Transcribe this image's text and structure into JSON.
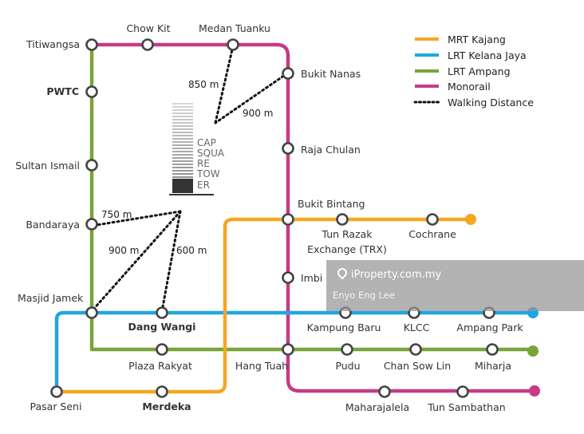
{
  "colors": {
    "mrt": "#f5a623",
    "kelana": "#1ea7e1",
    "ampang": "#79a43a",
    "mono": "#c73a87",
    "walk": "#111111",
    "station_fill": "#ffffff",
    "station_ring": "#444444"
  },
  "legend": [
    {
      "key": "mrt",
      "label": "MRT Kajang"
    },
    {
      "key": "kelana",
      "label": "LRT Kelana Jaya"
    },
    {
      "key": "ampang",
      "label": "LRT Ampang"
    },
    {
      "key": "mono",
      "label": "Monorail"
    },
    {
      "key": "walk",
      "label": "Walking Distance"
    }
  ],
  "tower": {
    "lines": [
      "CAP",
      "SQUA",
      "RE",
      "TOW",
      "ER"
    ]
  },
  "stations": {
    "titiwangsa": "Titiwangsa",
    "chow_kit": "Chow Kit",
    "medan_tuanku": "Medan Tuanku",
    "bukit_nanas": "Bukit Nanas",
    "pwtc": "PWTC",
    "raja_chulan": "Raja Chulan",
    "sultan_ismail": "Sultan Ismail",
    "bukit_bintang": "Bukit Bintang",
    "bandaraya": "Bandaraya",
    "tun_razak_1": "Tun Razak",
    "tun_razak_2": "Exchange (TRX)",
    "cochrane": "Cochrane",
    "imbi": "Imbi",
    "masjid_jamek": "Masjid Jamek",
    "dang_wangi": "Dang Wangi",
    "kampung_baru": "Kampung Baru",
    "klcc": "KLCC",
    "ampang_park": "Ampang Park",
    "plaza_rakyat": "Plaza Rakyat",
    "hang_tuah": "Hang Tuah",
    "pudu": "Pudu",
    "chan_sow_lin": "Chan Sow Lin",
    "miharja": "Miharja",
    "pasar_seni": "Pasar Seni",
    "merdeka": "Merdeka",
    "maharajalela": "Maharajalela",
    "tun_sambathan": "Tun Sambathan"
  },
  "distances": {
    "d850": "850 m",
    "d900a": "900 m",
    "d750": "750 m",
    "d900b": "900 m",
    "d600": "600 m"
  },
  "watermark": {
    "brand": "iProperty.com.my",
    "credit": "Enyo Eng Lee"
  }
}
